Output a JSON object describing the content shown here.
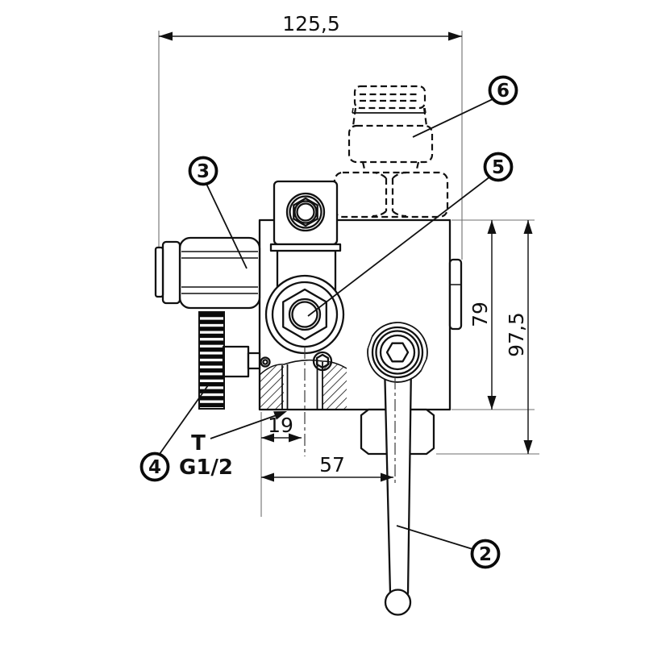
{
  "drawing": {
    "dim_width": "125,5",
    "dim_height_body": "79",
    "dim_height_total": "97,5",
    "dim_port_offset": "19",
    "dim_lever_offset": "57",
    "port_label": "T",
    "thread_label": "G1/2",
    "callouts": {
      "lever": "2",
      "cartridge": "3",
      "knob": "4",
      "plug": "5",
      "coupling": "6"
    },
    "colors": {
      "line": "#111111",
      "background": "#ffffff"
    }
  }
}
